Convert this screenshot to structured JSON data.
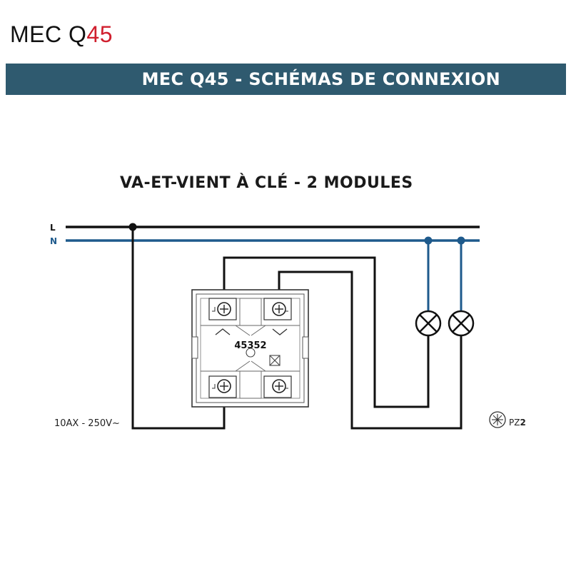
{
  "header": {
    "logo_main": "MEC Q",
    "logo_accent": "45",
    "banner_title": "MEC Q45 - SCHÉMAS DE CONNEXION"
  },
  "diagram": {
    "title": "VA-ET-VIENT À CLÉ - 2 MODULES",
    "line_label_l": "L",
    "line_label_n": "N",
    "product_code": "45352",
    "rating": "10AX - 250V~",
    "screwdriver_prefix": "PZ",
    "screwdriver_size": "2"
  },
  "colors": {
    "logo_accent": "#d01f2e",
    "banner": "#2f5a6f",
    "wire_live": "#111111",
    "wire_neutral": "#1e5a8c"
  },
  "icons": [
    "screw-terminal-icon",
    "arrow-up-icon",
    "arrow-down-icon",
    "lamp-icon",
    "phillips-screwdriver-icon"
  ]
}
